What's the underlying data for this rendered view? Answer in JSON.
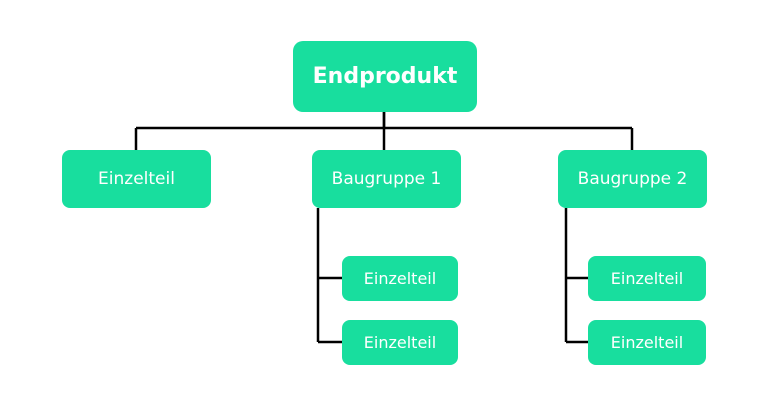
{
  "diagram": {
    "colors": {
      "node_fill": "#18de9e",
      "node_text": "#ffffff",
      "connector": "#000000"
    },
    "root": {
      "label": "Endprodukt"
    },
    "level1": [
      {
        "label": "Einzelteil"
      },
      {
        "label": "Baugruppe 1",
        "children": [
          {
            "label": "Einzelteil"
          },
          {
            "label": "Einzelteil"
          }
        ]
      },
      {
        "label": "Baugruppe 2",
        "children": [
          {
            "label": "Einzelteil"
          },
          {
            "label": "Einzelteil"
          }
        ]
      }
    ]
  }
}
